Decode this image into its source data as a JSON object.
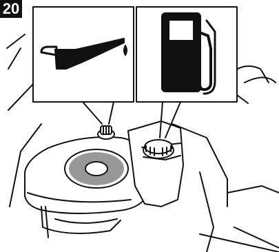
{
  "figure": {
    "label": "20"
  },
  "callouts": [
    {
      "icon": "oil-can-icon",
      "refers_to": "engine-oil-fill-cap"
    },
    {
      "icon": "fuel-pump-icon",
      "refers_to": "fuel-tank-cap"
    }
  ],
  "colors": {
    "ink": "#111111",
    "paper": "#ffffff"
  }
}
